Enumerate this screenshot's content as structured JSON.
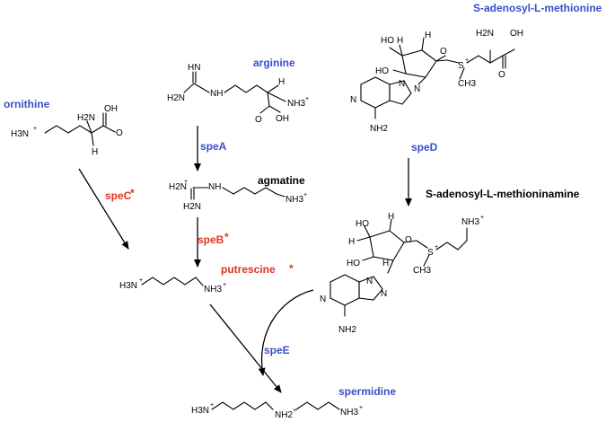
{
  "compounds": {
    "sam": "S-adenosyl-L-methionine",
    "arginine": "arginine",
    "ornithine": "ornithine",
    "agmatine": "agmatine",
    "dcsam": "S-adenosyl-L-methioninamine",
    "putrescine": "putrescine",
    "spermidine": "spermidine"
  },
  "enzymes": {
    "speA": "speA",
    "speB": "speB",
    "speC": "speC",
    "speD": "speD",
    "speE": "speE",
    "star": "*"
  },
  "atoms": {
    "H2N": "H2N",
    "H3N": "H3N",
    "NH": "NH",
    "HN": "HN",
    "N": "N",
    "NH3": "NH3",
    "NH2": "NH2",
    "NH2plus": "NH2",
    "OH": "OH",
    "HO": "HO",
    "O": "O",
    "H": "H",
    "S": "S",
    "CH3": "CH3",
    "plus": "+"
  },
  "colors": {
    "enzyme_blue": "#3a4fc9",
    "enzyme_red": "#e0341f",
    "product_blue": "#3a4fc9"
  }
}
